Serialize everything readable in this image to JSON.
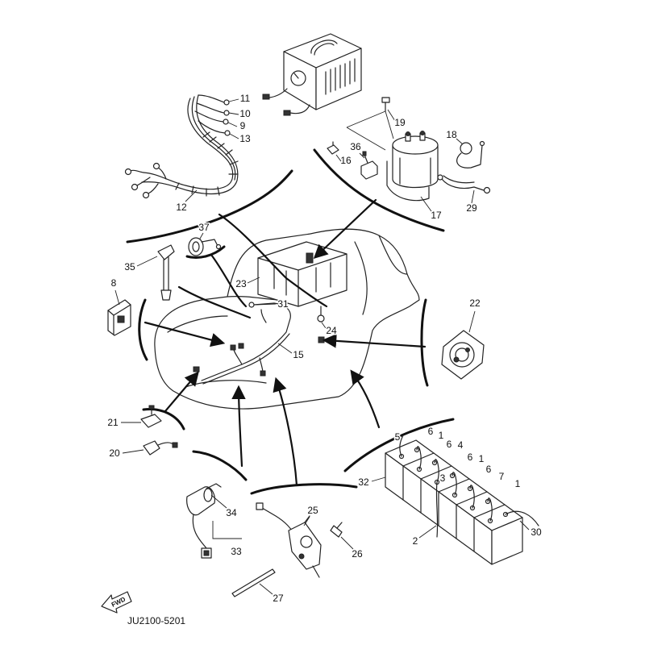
{
  "diagram": {
    "callouts": [
      "11",
      "10",
      "9",
      "13",
      "12",
      "19",
      "18",
      "36",
      "16",
      "17",
      "29",
      "37",
      "35",
      "8",
      "23",
      "31",
      "24",
      "15",
      "22",
      "21",
      "20",
      "5",
      "6",
      "1",
      "6",
      "4",
      "6",
      "1",
      "6",
      "7",
      "1",
      "3",
      "32",
      "2",
      "30",
      "34",
      "33",
      "25",
      "26",
      "27"
    ],
    "fwd_label": "FWD",
    "drawing_number": "JU2100-5201"
  }
}
